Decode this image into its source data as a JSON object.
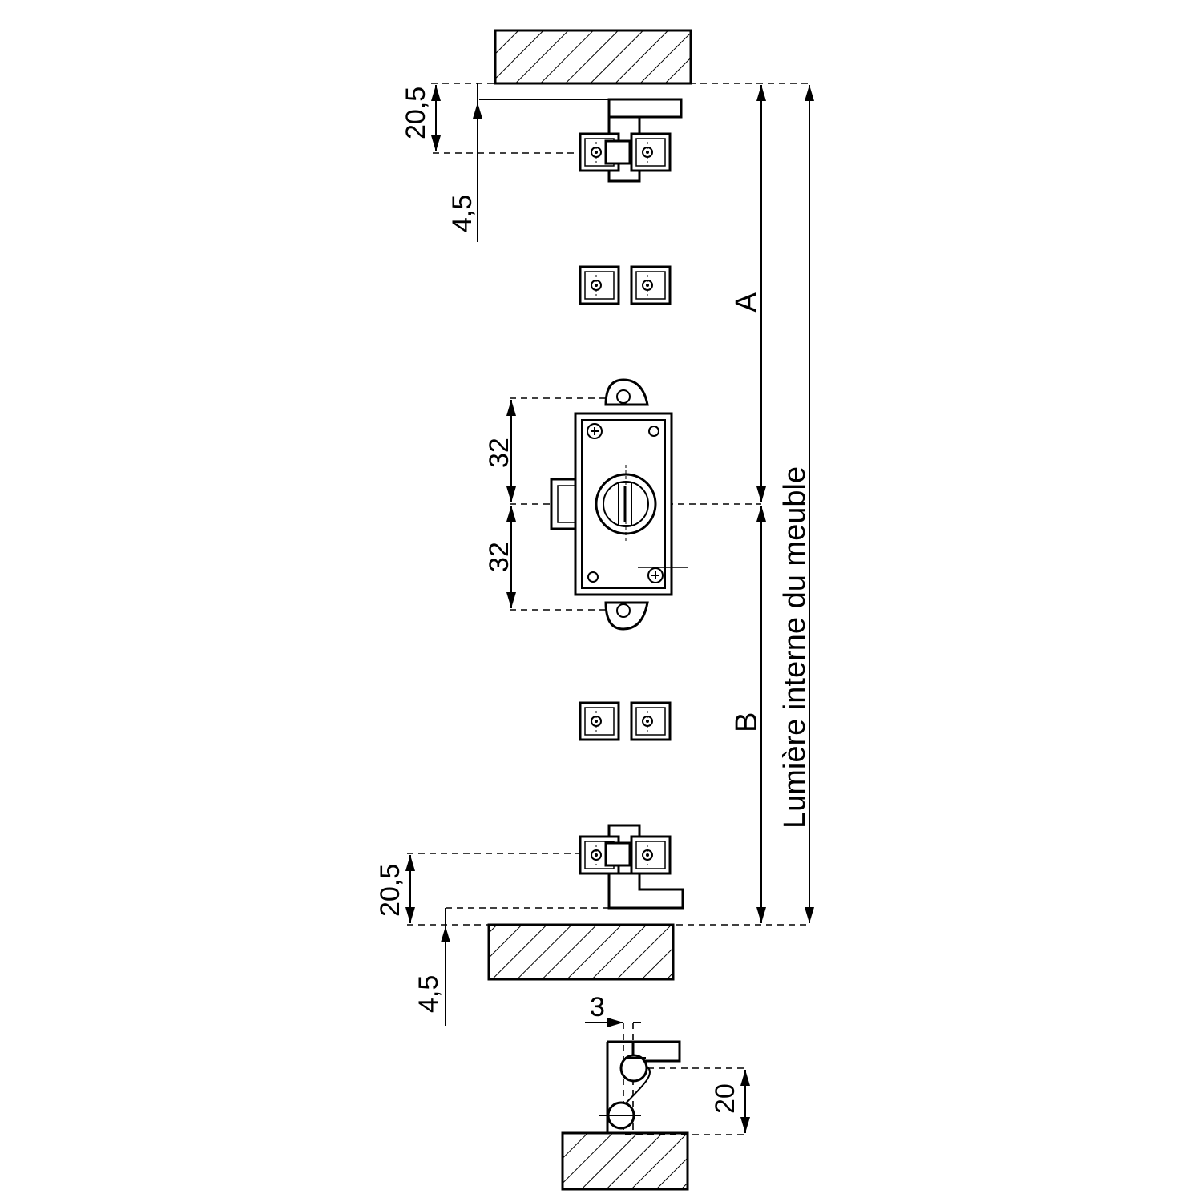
{
  "labels": {
    "dim_top_20_5": "20,5",
    "dim_top_4_5": "4,5",
    "dim_bottom_20_5": "20,5",
    "dim_bottom_4_5": "4,5",
    "dim_lock_upper_32": "32",
    "dim_lock_lower_32": "32",
    "dim_A": "A",
    "dim_B": "B",
    "dim_total": "Lumière interne du meuble",
    "detail_3": "3",
    "detail_20": "20"
  },
  "icons": {
    "hatch": "section-hatch-pattern",
    "screw": "cross-screw-icon",
    "roller": "roller-icon"
  }
}
